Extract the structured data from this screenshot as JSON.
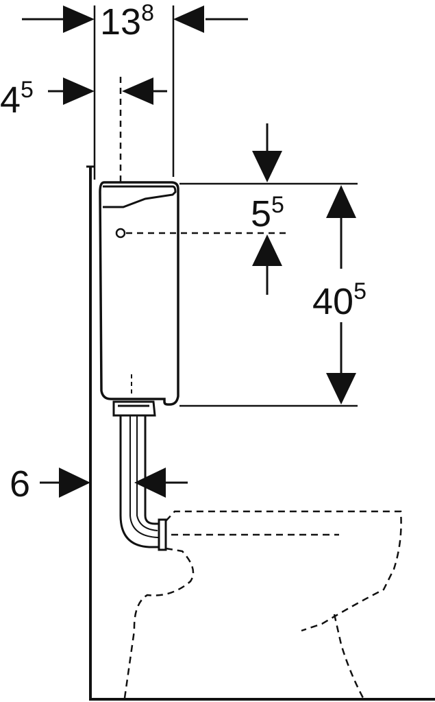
{
  "colors": {
    "line": "#111111",
    "background": "#ffffff"
  },
  "dimensions": {
    "width_total": {
      "main": "13",
      "sup": "8"
    },
    "axis_offset": {
      "main": "4",
      "sup": "5"
    },
    "flush_pipe_offset": {
      "main": "5",
      "sup": "5"
    },
    "cistern_height": {
      "main": "40",
      "sup": "5"
    },
    "pipe_wall_gap": {
      "main": "6"
    }
  }
}
